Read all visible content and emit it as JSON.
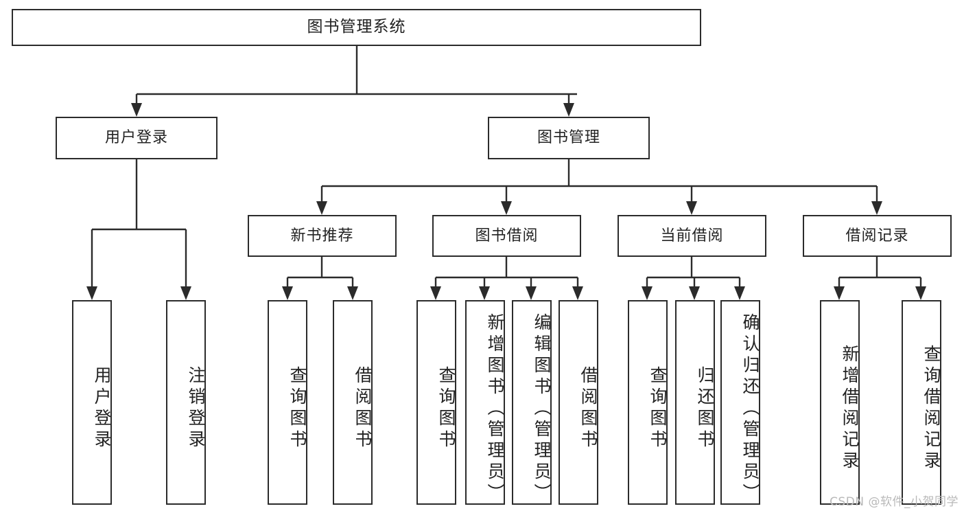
{
  "diagram": {
    "type": "tree-hierarchy",
    "title": "图书管理系统",
    "watermark": "CSDN @软件_小贺同学",
    "colors": {
      "stroke": "#2b2b2b",
      "fill": "#ffffff",
      "watermark": "#b9b9b9"
    },
    "levels": {
      "root": {
        "label": "图书管理系统"
      },
      "level1": [
        {
          "id": "user-login",
          "label": "用户登录"
        },
        {
          "id": "book-management",
          "label": "图书管理"
        }
      ],
      "level2": [
        {
          "id": "new-book-recommend",
          "label": "新书推荐",
          "parent": "book-management"
        },
        {
          "id": "book-borrow",
          "label": "图书借阅",
          "parent": "book-management"
        },
        {
          "id": "current-borrow",
          "label": "当前借阅",
          "parent": "book-management"
        },
        {
          "id": "borrow-record",
          "label": "借阅记录",
          "parent": "book-management"
        }
      ],
      "leaves": [
        {
          "id": "leaf-user-login",
          "label": "用户登录",
          "parent": "user-login"
        },
        {
          "id": "leaf-logout",
          "label": "注销登录",
          "parent": "user-login"
        },
        {
          "id": "leaf-query-book-1",
          "label": "查询图书",
          "parent": "new-book-recommend"
        },
        {
          "id": "leaf-borrow-book-1",
          "label": "借阅图书",
          "parent": "new-book-recommend"
        },
        {
          "id": "leaf-query-book-2",
          "label": "查询图书",
          "parent": "book-borrow"
        },
        {
          "id": "leaf-add-book",
          "label": "新增图书（管理员）",
          "parent": "book-borrow"
        },
        {
          "id": "leaf-edit-book",
          "label": "编辑图书（管理员）",
          "parent": "book-borrow"
        },
        {
          "id": "leaf-borrow-book-2",
          "label": "借阅图书",
          "parent": "book-borrow"
        },
        {
          "id": "leaf-query-book-3",
          "label": "查询图书",
          "parent": "current-borrow"
        },
        {
          "id": "leaf-return-book",
          "label": "归还图书",
          "parent": "current-borrow"
        },
        {
          "id": "leaf-confirm-return",
          "label": "确认归还（管理员）",
          "parent": "current-borrow"
        },
        {
          "id": "leaf-add-record",
          "label": "新增借阅记录",
          "parent": "borrow-record"
        },
        {
          "id": "leaf-query-record",
          "label": "查询借阅记录",
          "parent": "borrow-record"
        }
      ]
    }
  }
}
